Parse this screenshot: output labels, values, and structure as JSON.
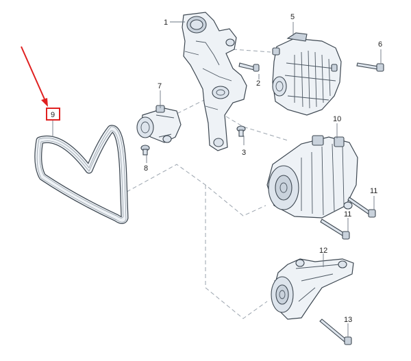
{
  "diagram": {
    "callouts": [
      {
        "id": "c1",
        "label": "1"
      },
      {
        "id": "c2",
        "label": "2"
      },
      {
        "id": "c3",
        "label": "3"
      },
      {
        "id": "c5",
        "label": "5"
      },
      {
        "id": "c6",
        "label": "6"
      },
      {
        "id": "c7",
        "label": "7"
      },
      {
        "id": "c8",
        "label": "8"
      },
      {
        "id": "c9",
        "label": "9"
      },
      {
        "id": "c10",
        "label": "10"
      },
      {
        "id": "c11a",
        "label": "11"
      },
      {
        "id": "c11b",
        "label": "11"
      },
      {
        "id": "c12",
        "label": "12"
      },
      {
        "id": "c13",
        "label": "13"
      }
    ],
    "highlight": {
      "target_label": "9",
      "color": "#e02020"
    },
    "colors": {
      "line": "#3c4650",
      "part_fill": "#eef2f6",
      "leader": "#6a7480",
      "dash": "#9aa3ad"
    }
  }
}
